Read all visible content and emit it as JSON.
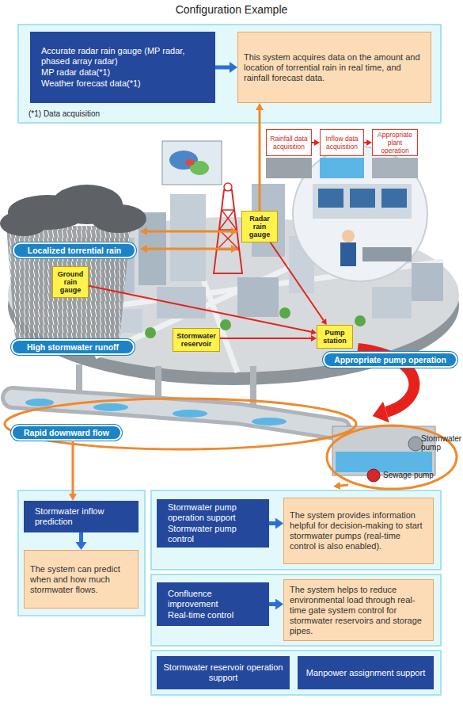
{
  "diagram": {
    "title": "Configuration Example",
    "nodes": [
      {
        "text": [
          "Accurate radar rain gauge (MP radar, phased array radar)",
          "MP radar data(*1)",
          "Weather forecast data(*1)"
        ]
      },
      {
        "text": [
          "This system acquires data on the amount and location of torrential rain in real time, and rainfall forecast data."
        ]
      },
      {
        "text": [
          "Localized torrential rain"
        ]
      },
      {
        "text": [
          "Radar rain gauge"
        ]
      },
      {
        "text": [
          "Ground rain gauge"
        ]
      },
      {
        "text": [
          "Stormwater reservoir"
        ]
      },
      {
        "text": [
          "Pump station"
        ]
      },
      {
        "text": [
          "High stormwater runoff"
        ]
      },
      {
        "text": [
          "Appropriate pump operation"
        ]
      },
      {
        "text": [
          "Rainfall data acquisition"
        ]
      },
      {
        "text": [
          "Inflow data acquisition"
        ]
      },
      {
        "text": [
          "Appropriate plant operation"
        ]
      },
      {
        "text": [
          "Rapid downward flow"
        ]
      },
      {
        "text": [
          "Stormwater inflow prediction"
        ]
      },
      {
        "text": [
          "The system can predict when and how much stormwater flows."
        ]
      },
      {
        "text": [
          "Stormwater pump operation support",
          "Stormwater pump control"
        ]
      },
      {
        "text": [
          "The system provides information helpful for decision-making to start stormwater pumps (real-time control is also enabled)."
        ]
      },
      {
        "text": [
          "Confluence improvement",
          "Real-time control"
        ]
      },
      {
        "text": [
          "The system helps to reduce environmental load through real-time gate system control for stormwater reservoirs and storage pipes."
        ]
      },
      {
        "text": [
          "Stormwater reservoir operation support"
        ]
      },
      {
        "text": [
          "Manpower assignment support"
        ]
      }
    ],
    "edges": [
      {
        "from": 0,
        "to": 1,
        "arrow": "to"
      },
      {
        "from": 3,
        "to": 1,
        "arrow": "to"
      },
      {
        "from": 3,
        "to": 6,
        "arrow": "to"
      },
      {
        "from": 4,
        "to": 6,
        "arrow": "to"
      },
      {
        "from": 5,
        "to": 6,
        "arrow": "to"
      },
      {
        "from": 9,
        "to": 10,
        "arrow": "to"
      },
      {
        "from": 10,
        "to": 11,
        "arrow": "to"
      },
      {
        "from": 12,
        "to": 13,
        "arrow": "to"
      },
      {
        "from": 13,
        "to": 14,
        "arrow": "to"
      },
      {
        "from": 15,
        "to": 16,
        "arrow": "to"
      },
      {
        "from": 17,
        "to": 18,
        "arrow": "to"
      }
    ],
    "labels": [
      "(*1) Data acquisition",
      "Stormwater pump",
      "Sewage pump"
    ]
  }
}
